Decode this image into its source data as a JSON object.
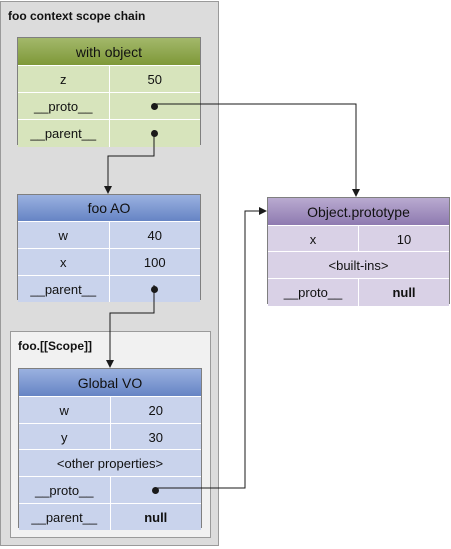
{
  "outer_title": "foo context scope chain",
  "inner_title": "foo.[[Scope]]",
  "with_object": {
    "title": "with object",
    "rows": [
      [
        "z",
        "50"
      ],
      [
        "__proto__",
        ""
      ],
      [
        "__parent__",
        ""
      ]
    ]
  },
  "foo_ao": {
    "title": "foo AO",
    "rows": [
      [
        "w",
        "40"
      ],
      [
        "x",
        "100"
      ],
      [
        "__parent__",
        ""
      ]
    ]
  },
  "global_vo": {
    "title": "Global VO",
    "rows": [
      [
        "w",
        "20"
      ],
      [
        "y",
        "30"
      ]
    ],
    "other": "<other properties>",
    "proto_label": "__proto__",
    "parent_label": "__parent__",
    "parent_value": "null"
  },
  "object_prototype": {
    "title": "Object.prototype",
    "rows": [
      [
        "x",
        "10"
      ]
    ],
    "builtins": "<built-ins>",
    "proto_label": "__proto__",
    "proto_value": "null"
  },
  "colors": {
    "green_head": "#7e9838",
    "blue_head": "#6684c4",
    "purple_head": "#8e7ab0"
  }
}
